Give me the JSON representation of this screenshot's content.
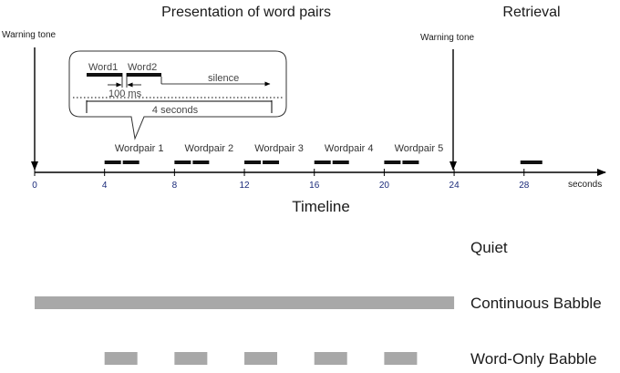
{
  "headings": {
    "presentation": "Presentation of word pairs",
    "retrieval": "Retrieval"
  },
  "warning_tones": [
    {
      "label": "Warning tone",
      "time": 0
    },
    {
      "label": "Warning tone",
      "time": 24
    }
  ],
  "callout": {
    "word1": "Word1",
    "word2": "Word2",
    "gap": "100 ms",
    "silence": "silence",
    "duration": "4 seconds"
  },
  "word_pairs": [
    {
      "label": "Wordpair 1",
      "start": 4
    },
    {
      "label": "Wordpair 2",
      "start": 8
    },
    {
      "label": "Wordpair 3",
      "start": 12
    },
    {
      "label": "Wordpair 4",
      "start": 16
    },
    {
      "label": "Wordpair 5",
      "start": 20
    }
  ],
  "retrieval_mark_time": 28,
  "timeline": {
    "ticks": [
      "0",
      "4",
      "8",
      "12",
      "16",
      "20",
      "24",
      "28"
    ],
    "unit": "seconds",
    "label": "Timeline"
  },
  "conditions": {
    "quiet": "Quiet",
    "continuous": "Continuous Babble",
    "word_only": "Word-Only Babble"
  },
  "colors": {
    "babble": "#a8a8a8",
    "tick_text": "#1a2a7a"
  }
}
